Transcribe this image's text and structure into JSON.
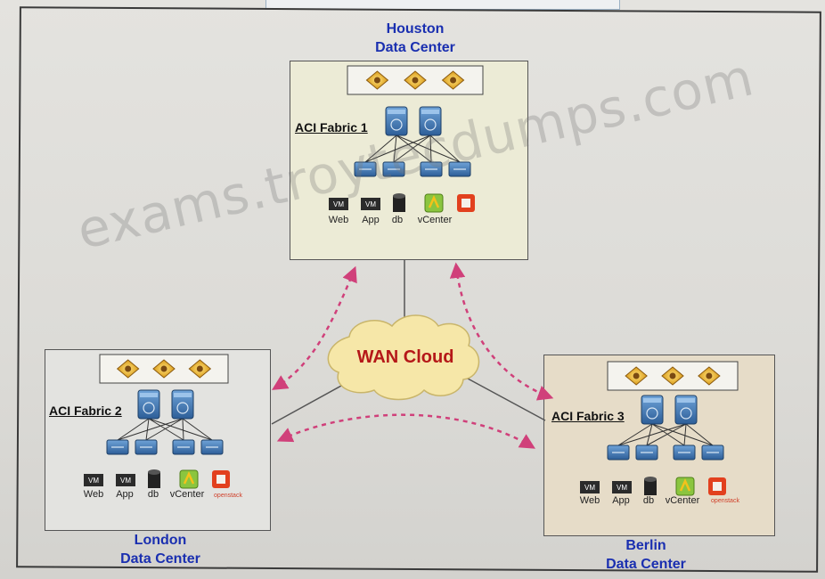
{
  "watermark": "exams.troytecdumps.com",
  "wan": {
    "label": "WAN Cloud"
  },
  "datacenters": {
    "houston": {
      "title_line1": "Houston",
      "title_line2": "Data Center",
      "fabric": "ACI Fabric 1"
    },
    "london": {
      "title_line1": "London",
      "title_line2": "Data Center",
      "fabric": "ACI Fabric 2"
    },
    "berlin": {
      "title_line1": "Berlin",
      "title_line2": "Data Center",
      "fabric": "ACI Fabric 3"
    }
  },
  "services": {
    "web": "Web",
    "app": "App",
    "db": "db",
    "vcenter": "vCenter",
    "openstack": "openstack",
    "vm_badge": "VM"
  },
  "colors": {
    "title": "#1a2fb0",
    "wan_text": "#b51818",
    "arrow": "#d0407a",
    "cloud": "#f6e7a8",
    "switch": "#3f78b5"
  }
}
